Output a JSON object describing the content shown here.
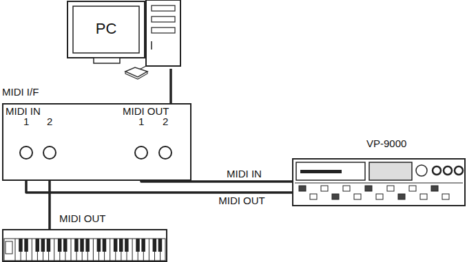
{
  "diagram": {
    "nodes": [
      {
        "text": [
          "PC"
        ]
      },
      {
        "text": [
          "MIDI I/F"
        ]
      },
      {
        "text": [
          "VP-9000"
        ]
      }
    ],
    "edges": [
      {
        "from": 0,
        "to": 1,
        "arrow": "none"
      },
      {
        "from": 1,
        "to": 2,
        "label": "MIDI IN",
        "arrow": "none"
      },
      {
        "from": 2,
        "to": 1,
        "label": "MIDI OUT",
        "arrow": "none"
      }
    ],
    "labels": [
      "MIDI IN",
      "1",
      "2",
      "MIDI OUT",
      "1",
      "2",
      "MIDI OUT"
    ]
  }
}
